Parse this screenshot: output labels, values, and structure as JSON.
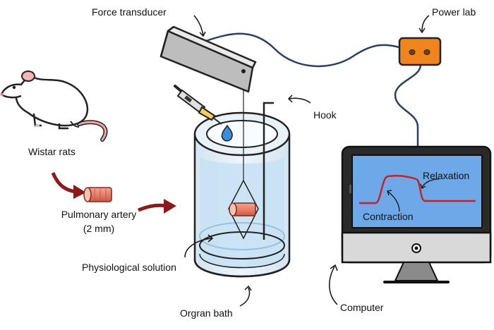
{
  "labels": {
    "force_transducer": "Force transducer",
    "power_lab": "Power lab",
    "hook": "Hook",
    "wistar_rats": "Wistar rats",
    "pulmonary_artery": "Pulmonary artery",
    "pulmonary_size": "(2 mm)",
    "physiological_solution": "Physiological solution",
    "organ_bath": "Orgran bath",
    "computer": "Computer",
    "relaxation": "Relaxation",
    "contraction": "Contraction"
  },
  "colors": {
    "outline": "#222222",
    "cable": "#2b3f66",
    "power_lab": "#f0841f",
    "transducer": "#d9d9d9",
    "screen": "#6fa8e8",
    "trace": "#c0242b",
    "arrow": "#8b1a1a",
    "artery": "#e8806a",
    "liquid": "#c8e2f4",
    "glass": "#e6f0f8",
    "monitor": "#2a2a2a",
    "monitor_chin": "#d9d9d9",
    "drop": "#3a8fd8",
    "rat_ear": "#f4b5b5"
  },
  "icons": {
    "rat": "rat-icon",
    "pipette": "pipette-icon",
    "drop": "water-drop-icon",
    "artery": "artery-segment-icon",
    "monitor": "monitor-icon",
    "transducer": "force-transducer-icon",
    "power_lab": "power-lab-box-icon"
  }
}
